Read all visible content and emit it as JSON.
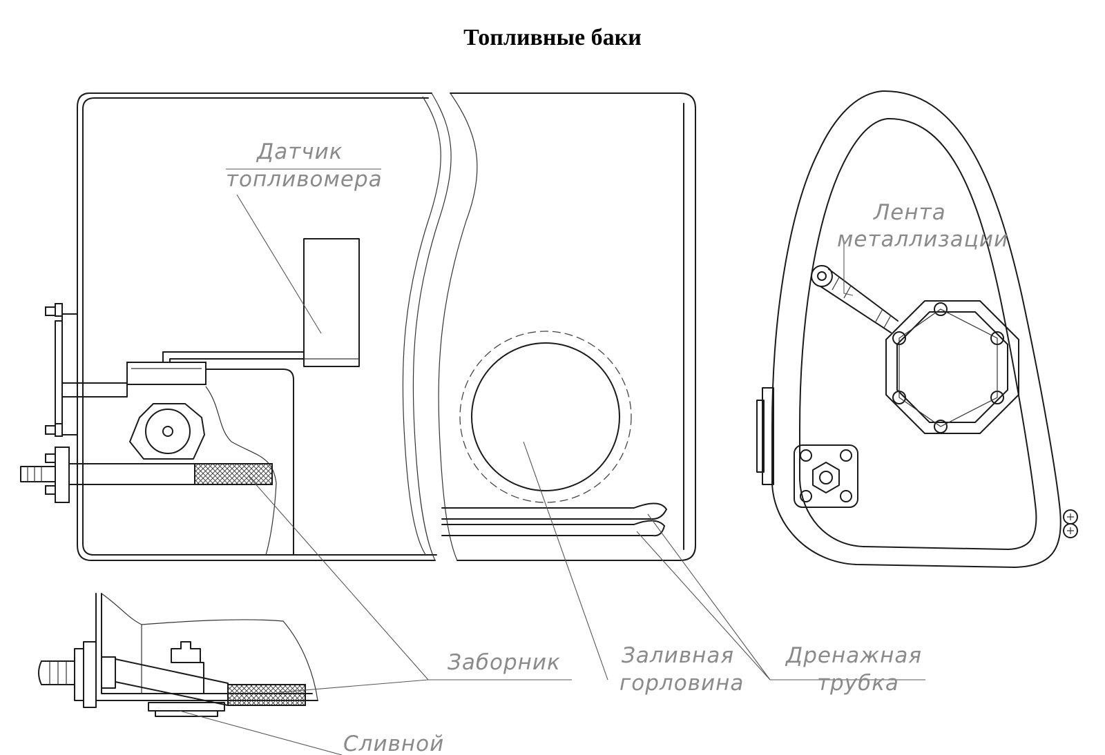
{
  "title": "Топливные баки",
  "labels": {
    "sensor_line1": "Датчик",
    "sensor_line2": "топливомера",
    "tape_line1": "Лента",
    "tape_line2": "металлизации",
    "intake": "Заборник",
    "filler_line1": "Заливная",
    "filler_line2": "горловина",
    "drain_tube_line1": "Дренажная",
    "drain_tube_line2": "трубка",
    "drain": "Сливной"
  }
}
